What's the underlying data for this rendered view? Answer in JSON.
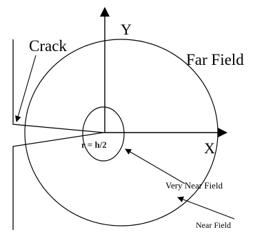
{
  "labels": {
    "crack": "Crack",
    "far_field": "Far Field",
    "y_axis": "Y",
    "x_axis": "X",
    "radius": "r = h/2",
    "very_near_field": "Very Near Field",
    "near_field": "Near Field"
  },
  "colors": {
    "line": "#000000",
    "background": "#ffffff"
  }
}
